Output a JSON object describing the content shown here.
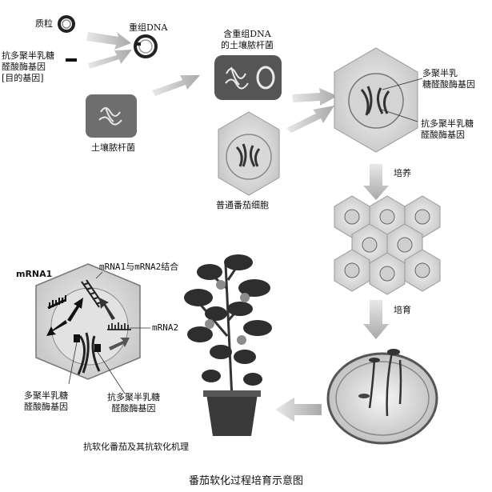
{
  "labels": {
    "plasmid": "质粒",
    "recombinant_dna": "重组DNA",
    "target_gene": "抗多聚半乳糖\n醛酸酶基因\n[目的基因]",
    "agrobacterium": "土壤脓杆菌",
    "agro_with_dna": "含重组DNA\n的土壤脓杆菌",
    "tomato_cell": "普通番茄细胞",
    "pg_gene_top": "多聚半乳\n糖醛酸酶基因",
    "anti_pg_gene_right": "抗多聚半乳糖\n醛酸酶基因",
    "culture": "培养",
    "cultivate": "培育",
    "mrna1": "mRNA1",
    "mrna_bind": "mRNA1与mRNA2结合",
    "mrna2": "mRNA2",
    "pg_gene_bottom": "多聚半乳糖\n醛酸酶基因",
    "anti_pg_gene_bottom": "抗多聚半乳糖\n醛酸酶基因",
    "mechanism": "抗软化番茄及其抗软化机理"
  },
  "caption": "番茄软化过程培育示意图",
  "colors": {
    "arrow": "#c8c8c8",
    "dark": "#2a2a2a",
    "cell": "#d9d9d9",
    "bacteria": "#6b6b6b"
  }
}
